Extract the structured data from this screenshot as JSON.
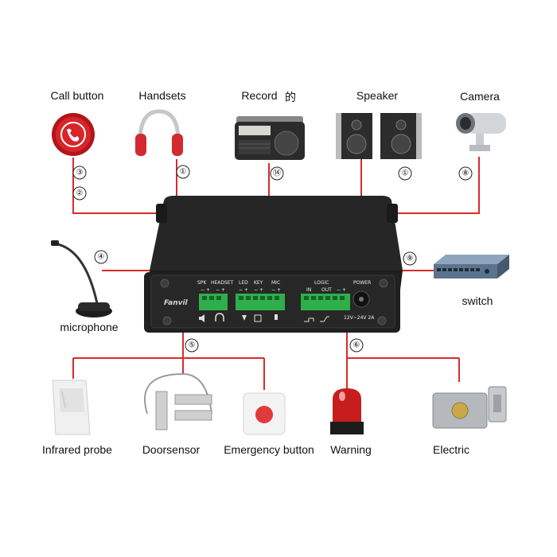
{
  "devices": {
    "call_button": "Call button",
    "handsets": "Handsets",
    "record": "Record",
    "record_glyph": "的",
    "speaker": "Speaker",
    "camera": "Camera",
    "microphone": "microphone",
    "switch": "switch",
    "infrared_probe": "Infrared probe",
    "doorsensor": "Doorsensor",
    "emergency_button": "Emergency button",
    "warning": "Warning",
    "electric": "Electric"
  },
  "markers": {
    "call_a": "③",
    "call_b": "②",
    "handsets": "①",
    "record": "⑭",
    "speaker": "①",
    "camera": "⑧",
    "microphone": "④",
    "switch": "⑨",
    "sensors": "⑤",
    "outputs": "⑥"
  },
  "panel": {
    "brand": "Fanvil",
    "spk": "SPK",
    "headset": "HEADSET",
    "led": "LED",
    "key": "KEY",
    "mic": "MIC",
    "logic": "LOGIC",
    "in": "IN",
    "out": "OUT",
    "power": "POWER",
    "power_rating": "12V~24V 2A",
    "pm1": "− +",
    "pm2": "− +",
    "pm3": "− +",
    "pm4": "− +",
    "pm5": "− +",
    "pm6": "− +"
  },
  "colors": {
    "wire": "#d92b2b",
    "terminal": "#2fae4a",
    "device_body": "#222222"
  }
}
